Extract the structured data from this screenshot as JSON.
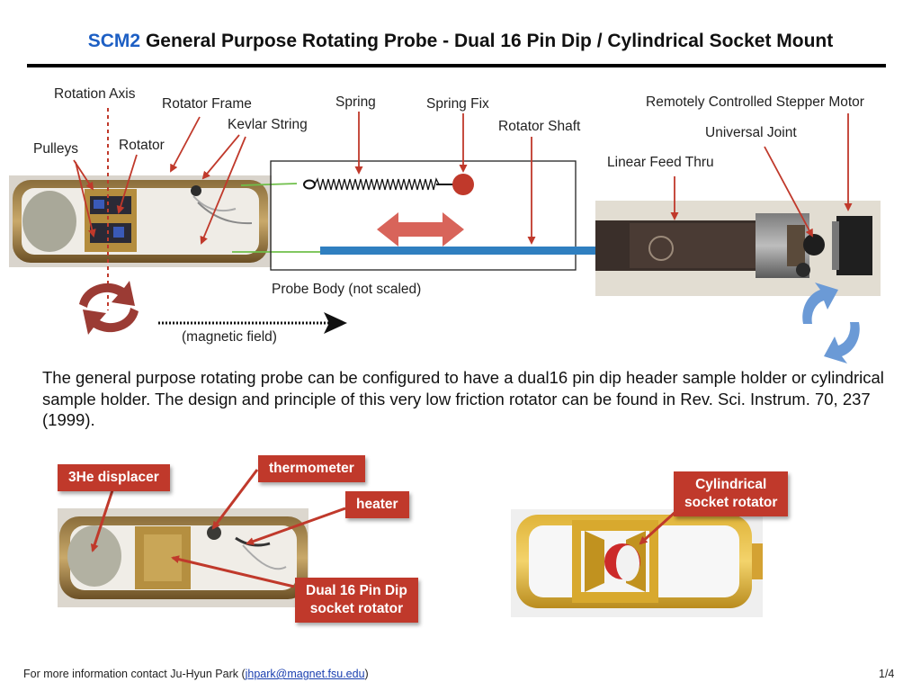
{
  "title": {
    "accent": "SCM2",
    "main": " General Purpose Rotating Probe - Dual 16 Pin Dip / Cylindrical Socket Mount"
  },
  "labels": {
    "rotation_axis": "Rotation Axis",
    "rotator_frame": "Rotator Frame",
    "kevlar_string": "Kevlar String",
    "pulleys": "Pulleys",
    "rotator": "Rotator",
    "spring": "Spring",
    "spring_fix": "Spring Fix",
    "rotator_shaft": "Rotator Shaft",
    "stepper_motor": "Remotely Controlled Stepper Motor",
    "universal_joint": "Universal Joint",
    "linear_feed": "Linear Feed Thru",
    "probe_body": "Probe Body (not scaled)",
    "magnetic_field": "(magnetic field)"
  },
  "description": "The general purpose rotating probe can be configured to have a dual16 pin dip header sample holder or cylindrical sample holder.  The design and principle of this very low friction rotator can be found in Rev. Sci. Instrum. 70, 237 (1999).",
  "callouts": {
    "displacer": "3He displacer",
    "thermometer": "thermometer",
    "heater": "heater",
    "dip_line1": "Dual 16 Pin Dip",
    "dip_line2": "socket rotator",
    "cyl_line1": "Cylindrical",
    "cyl_line2": "socket rotator"
  },
  "footer": {
    "prefix": "For more information contact Ju-Hyun Park (",
    "email": "jhpark@magnet.fsu.edu",
    "suffix": ")",
    "page": "1/4"
  },
  "colors": {
    "accent": "#1d5fc4",
    "callout_red": "#c0392b",
    "shaft_blue": "#2f7fc0",
    "spring_fix": "#c0392b",
    "field_arrow": "#111111"
  }
}
